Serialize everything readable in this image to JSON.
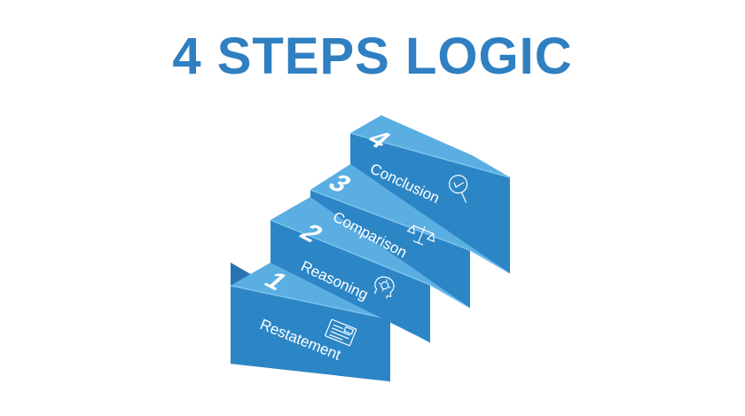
{
  "title": "4 STEPS LOGIC",
  "colors": {
    "title": "#2f7fc1",
    "top": "#5aaee2",
    "riser": "#2c86c6",
    "side": "#2874b3",
    "edge": "#7cc3ec",
    "icon": "#ffffff"
  },
  "steps": [
    {
      "number": "1",
      "label": "Restatement",
      "icon": "document-icon"
    },
    {
      "number": "2",
      "label": "Reasoning",
      "icon": "head-gear-icon"
    },
    {
      "number": "3",
      "label": "Comparison",
      "icon": "balance-scale-icon"
    },
    {
      "number": "4",
      "label": "Conclusion",
      "icon": "magnifier-check-icon"
    }
  ]
}
